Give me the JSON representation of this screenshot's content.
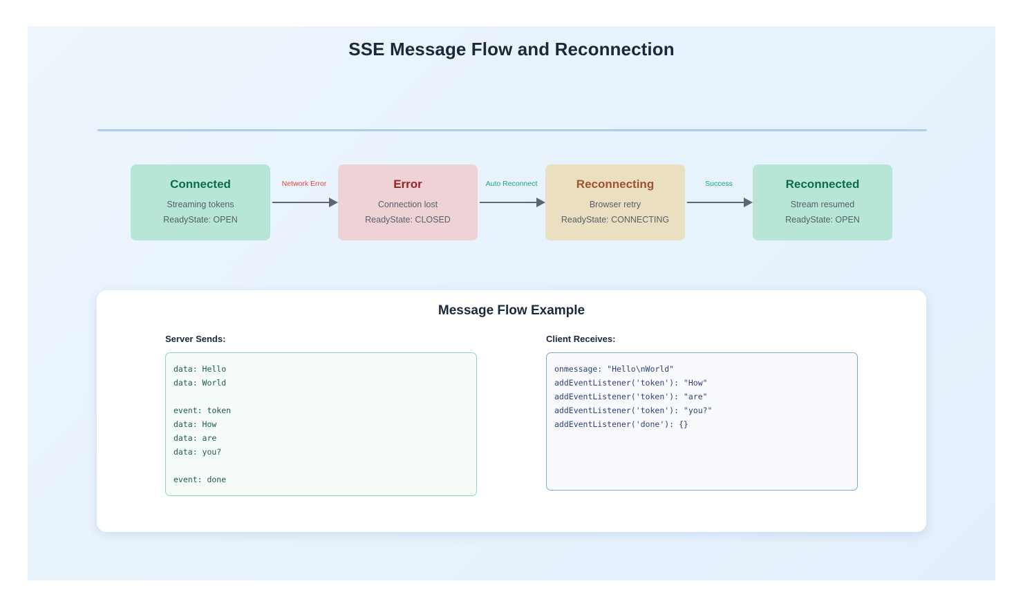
{
  "page": {
    "title": "SSE Message Flow and Reconnection"
  },
  "flow": {
    "states": [
      {
        "name": "Connected",
        "description": "Streaming tokens",
        "ready_state": "ReadyState: OPEN",
        "bg_color": "#b7e6d6",
        "title_color": "#0b6b4f"
      },
      {
        "name": "Error",
        "description": "Connection lost",
        "ready_state": "ReadyState: CLOSED",
        "bg_color": "#eed2d6",
        "title_color": "#9c1f1f"
      },
      {
        "name": "Reconnecting",
        "description": "Browser retry",
        "ready_state": "ReadyState: CONNECTING",
        "bg_color": "#eadfc0",
        "title_color": "#a0522d"
      },
      {
        "name": "Reconnected",
        "description": "Stream resumed",
        "ready_state": "ReadyState: OPEN",
        "bg_color": "#b7e6d6",
        "title_color": "#0b6b4f"
      }
    ],
    "transitions": [
      {
        "label": "Network Error",
        "color": "#e8413c"
      },
      {
        "label": "Auto Reconnect",
        "color": "#17a67c"
      },
      {
        "label": "Success",
        "color": "#17a67c"
      }
    ]
  },
  "example_card": {
    "title": "Message Flow Example",
    "server": {
      "label": "Server Sends:",
      "code": "data: Hello\ndata: World\n\nevent: token\ndata: How\ndata: are\ndata: you?\n\nevent: done"
    },
    "client": {
      "label": "Client Receives:",
      "code": "onmessage: \"Hello\\nWorld\"\naddEventListener('token'): \"How\"\naddEventListener('token'): \"are\"\naddEventListener('token'): \"you?\"\naddEventListener('done'): {}"
    }
  }
}
